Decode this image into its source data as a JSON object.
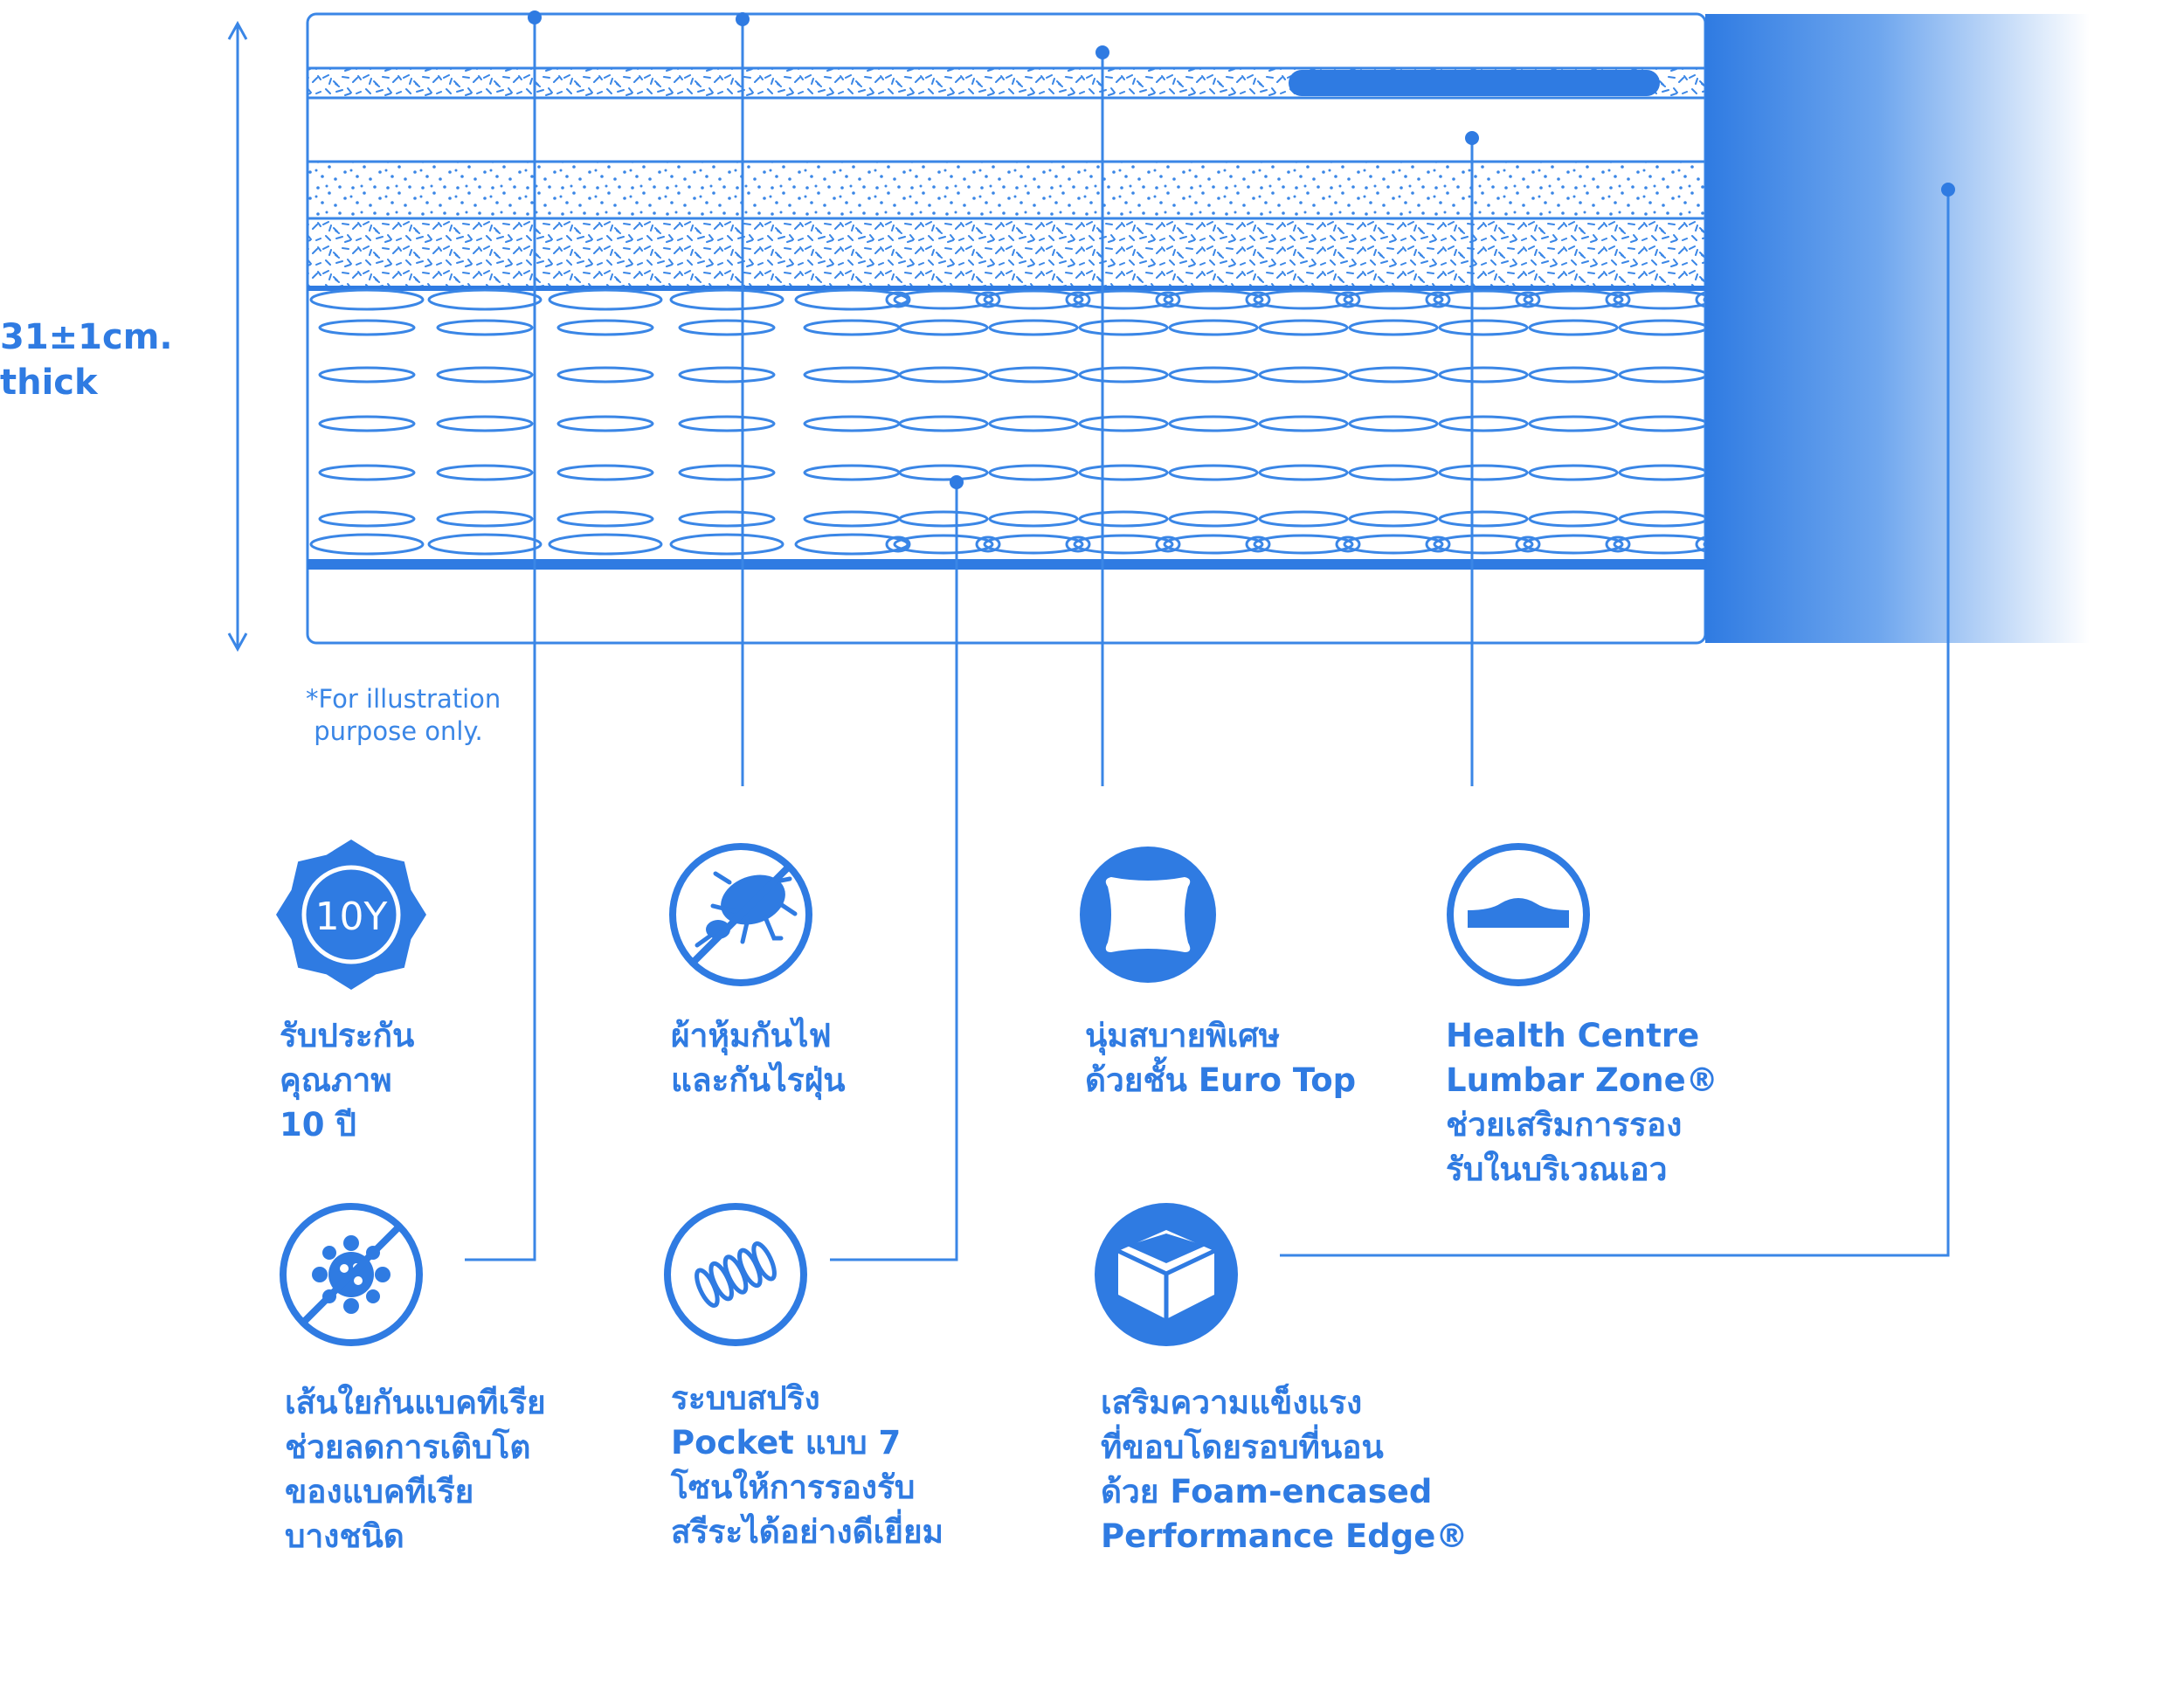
{
  "thickness": "31±1cm.\nthick",
  "note": "*For illustration\n purpose only.",
  "badge_text": "10Y",
  "colors": {
    "accent": "#2f7be2",
    "line": "#3a86e6",
    "background": "#ffffff"
  },
  "features": [
    {
      "icon": "warranty-badge-icon",
      "text": "รับประกัน\nคุณภาพ\n10 ปี"
    },
    {
      "icon": "no-dust-mite-icon",
      "text": "ผ้าหุ้มกันไฟ\nและกันไรฝุ่น"
    },
    {
      "icon": "pillow-icon",
      "text": "นุ่มสบายพิเศษ\nด้วยชั้น Euro Top"
    },
    {
      "icon": "lumbar-support-icon",
      "text": "Health Centre\nLumbar Zone®\nช่วยเสริมการรอง\nรับในบริเวณเอว"
    },
    {
      "icon": "anti-bacteria-icon",
      "text": "เส้นใยกันแบคทีเรีย\nช่วยลดการเติบโต\nของแบคทีเรีย\nบางชนิด"
    },
    {
      "icon": "pocket-spring-icon",
      "text": "ระบบสปริง\nPocket แบบ 7\nโซนให้การรองรับ\nสรีระได้อย่างดีเยี่ยม"
    },
    {
      "icon": "foam-encased-edge-icon",
      "text": "เสริมความแข็งแรง\nที่ขอบโดยรอบที่นอน\nด้วย Foam-encased\nPerformance Edge®"
    }
  ]
}
